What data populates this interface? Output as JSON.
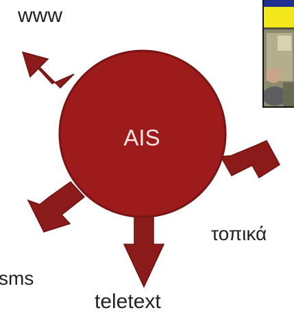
{
  "center": {
    "label": "AIS",
    "fill": "#9e1b1b",
    "stroke": "#7a1414"
  },
  "outputs": [
    {
      "id": "www",
      "label": "www"
    },
    {
      "id": "local",
      "label": "τοπικά"
    },
    {
      "id": "sms",
      "label": "sms"
    },
    {
      "id": "teletext",
      "label": "teletext"
    }
  ],
  "arrow_color": "#8b1a1a",
  "photo_colors": {
    "header_bar": "#1f2f8f",
    "yellow_band": "#f3e61a",
    "scene": "#8e8a6d"
  }
}
